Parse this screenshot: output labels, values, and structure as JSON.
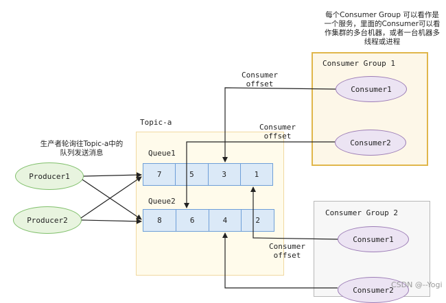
{
  "notes": {
    "group_note": [
      "每个Consumer Group 可以看作是",
      "一个服务，里面的Consumer可以看",
      "作集群的多台机器，或者一台机器多",
      "线程或进程"
    ],
    "producer_note": [
      "生产者轮询往Topic-a中的",
      "队列发送消息"
    ]
  },
  "topic": {
    "label": "Topic-a",
    "queue1": {
      "label": "Queue1",
      "cells": [
        "7",
        "5",
        "3",
        "1"
      ]
    },
    "queue2": {
      "label": "Queue2",
      "cells": [
        "8",
        "6",
        "4",
        "2"
      ]
    }
  },
  "producers": [
    "Producer1",
    "Producer2"
  ],
  "groups": {
    "group1": {
      "title": "Consumer Group 1",
      "consumers": [
        "Consumer1",
        "Consumer2"
      ]
    },
    "group2": {
      "title": "Consumer Group 2",
      "consumers": [
        "Consumer1",
        "Consumer2"
      ]
    }
  },
  "offset_labels": {
    "top": [
      "Consumer",
      "offset"
    ],
    "middle": [
      "Consumer",
      "offset"
    ],
    "bottom": [
      "Consumer",
      "offset"
    ]
  },
  "watermark": "CSDN @--Yogi"
}
